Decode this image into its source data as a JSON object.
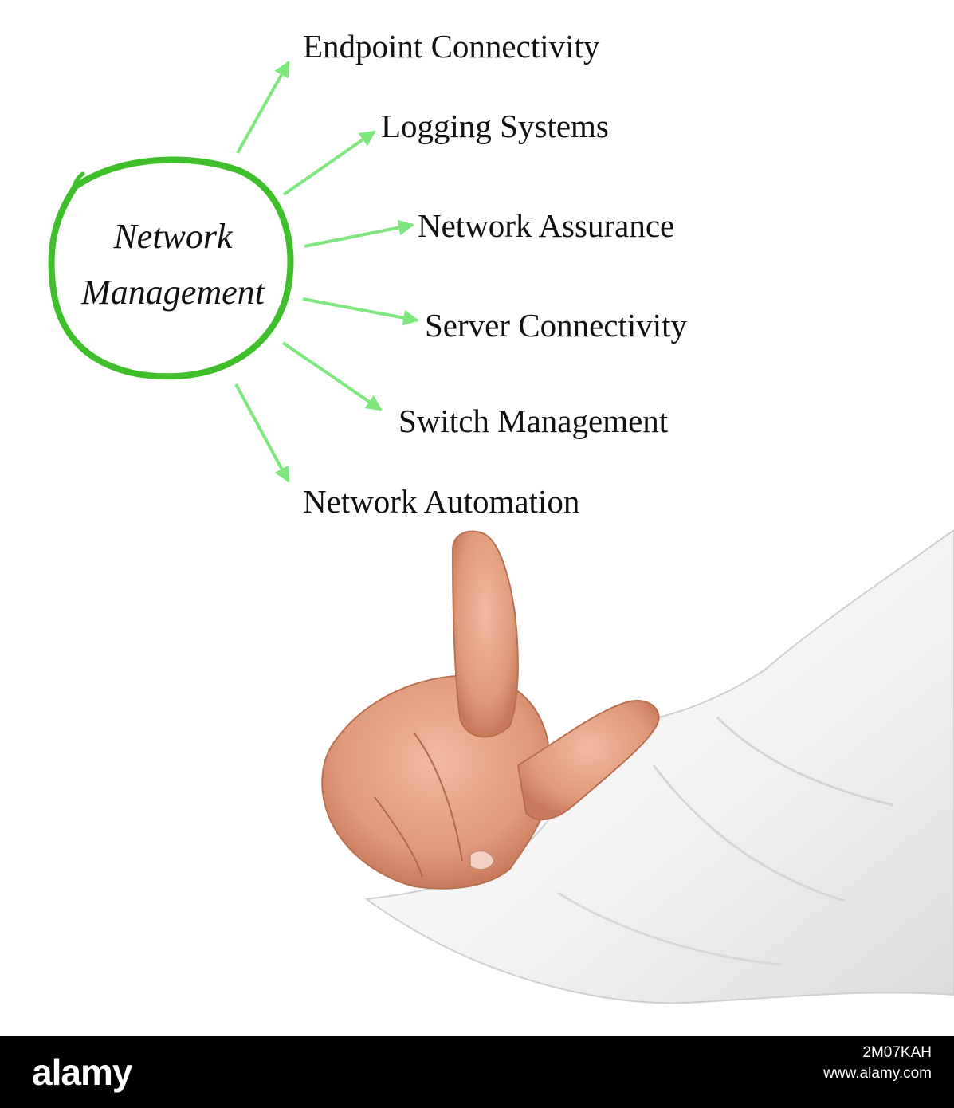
{
  "diagram": {
    "hub": {
      "line1": "Network",
      "line2": "Management"
    },
    "items": [
      "Endpoint Connectivity",
      "Logging Systems",
      "Network Assurance",
      "Server Connectivity",
      "Switch Management",
      "Network Automation"
    ]
  },
  "colors": {
    "circle": "#3fbf2a",
    "arrow": "#7ee87e"
  },
  "footer": {
    "logo": "alamy",
    "image_id": "2M07KAH",
    "site": "www.alamy.com"
  }
}
